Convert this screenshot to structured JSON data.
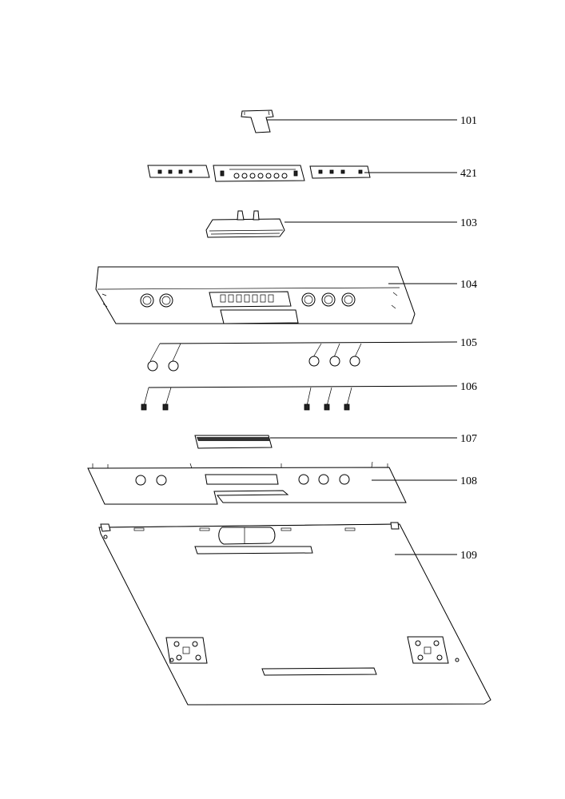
{
  "callouts": [
    {
      "id": "101",
      "label": "101"
    },
    {
      "id": "421",
      "label": "421"
    },
    {
      "id": "103",
      "label": "103"
    },
    {
      "id": "104",
      "label": "104"
    },
    {
      "id": "105",
      "label": "105"
    },
    {
      "id": "106",
      "label": "106"
    },
    {
      "id": "107",
      "label": "107"
    },
    {
      "id": "108",
      "label": "108"
    },
    {
      "id": "109",
      "label": "109"
    }
  ]
}
